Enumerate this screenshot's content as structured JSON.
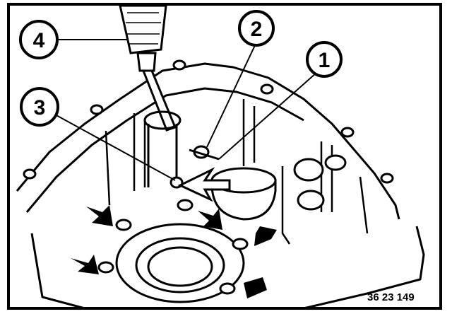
{
  "diagram": {
    "callouts": [
      {
        "id": "1",
        "label": "1"
      },
      {
        "id": "2",
        "label": "2"
      },
      {
        "id": "3",
        "label": "3"
      },
      {
        "id": "4",
        "label": "4"
      }
    ],
    "reference_number": "36 23 149",
    "colors": {
      "ink": "#000000",
      "background": "#ffffff"
    }
  }
}
